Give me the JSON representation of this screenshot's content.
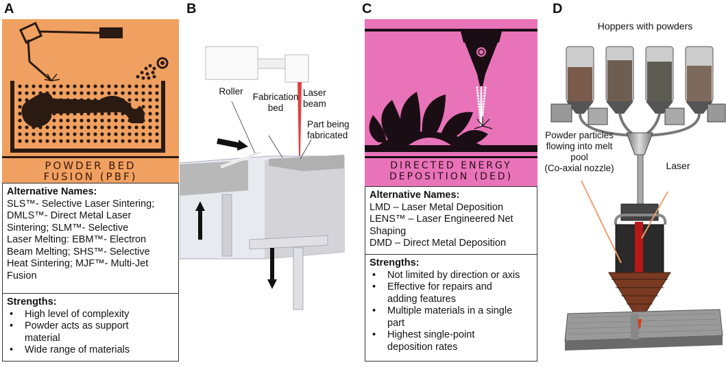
{
  "panels": {
    "A": {
      "letter": "A",
      "banner_line1": "POWDER BED",
      "banner_line2": "FUSION (PBF)",
      "alt_header": "Alternative Names:",
      "alt_lines": [
        "SLS™- Selective Laser Sintering;",
        "DMLS™- Direct Metal Laser",
        "Sintering; SLM™- Selective",
        "Laser Melting: EBM™- Electron",
        "Beam Melting; SHS™- Selective",
        "Heat Sintering; MJF™- Multi-Jet",
        "Fusion"
      ],
      "strengths_header": "Strengths:",
      "strengths": [
        "High level of complexity",
        "Powder acts as support",
        "Wide range of materials"
      ],
      "strength_cont": "material"
    },
    "B": {
      "letter": "B",
      "labels": {
        "roller": "Roller",
        "laser_line1": "Laser",
        "laser_line2": "beam",
        "fab_line1": "Fabrication",
        "fab_line2": "bed",
        "part_line1": "Part being",
        "part_line2": "fabricated"
      }
    },
    "C": {
      "letter": "C",
      "banner_line1": "DIRECTED ENERGY",
      "banner_line2": "DEPOSITION (DED)",
      "alt_header": "Alternative Names:",
      "alt_lines": [
        "LMD – Laser Metal Deposition",
        "LENS™ – Laser Engineered Net",
        "Shaping",
        "DMD – Direct Metal Deposition"
      ],
      "strengths_header": "Strengths:",
      "strengths": [
        "Not limited by direction or axis",
        "Effective for repairs and",
        "Multiple materials in a single",
        "Highest single-point"
      ],
      "strength_conts": [
        "adding features",
        "part",
        "deposition rates"
      ]
    },
    "D": {
      "letter": "D",
      "labels": {
        "hoppers": "Hoppers with powders",
        "powder_line1": "Powder particles",
        "powder_line2": "flowing into melt",
        "powder_line3": "pool",
        "powder_line4": "(Co-axial nozzle)",
        "laser": "Laser"
      }
    }
  },
  "colors": {
    "pbf_orange": "#f0a060",
    "ded_pink": "#e873b8",
    "laser_red": "#e04040"
  }
}
